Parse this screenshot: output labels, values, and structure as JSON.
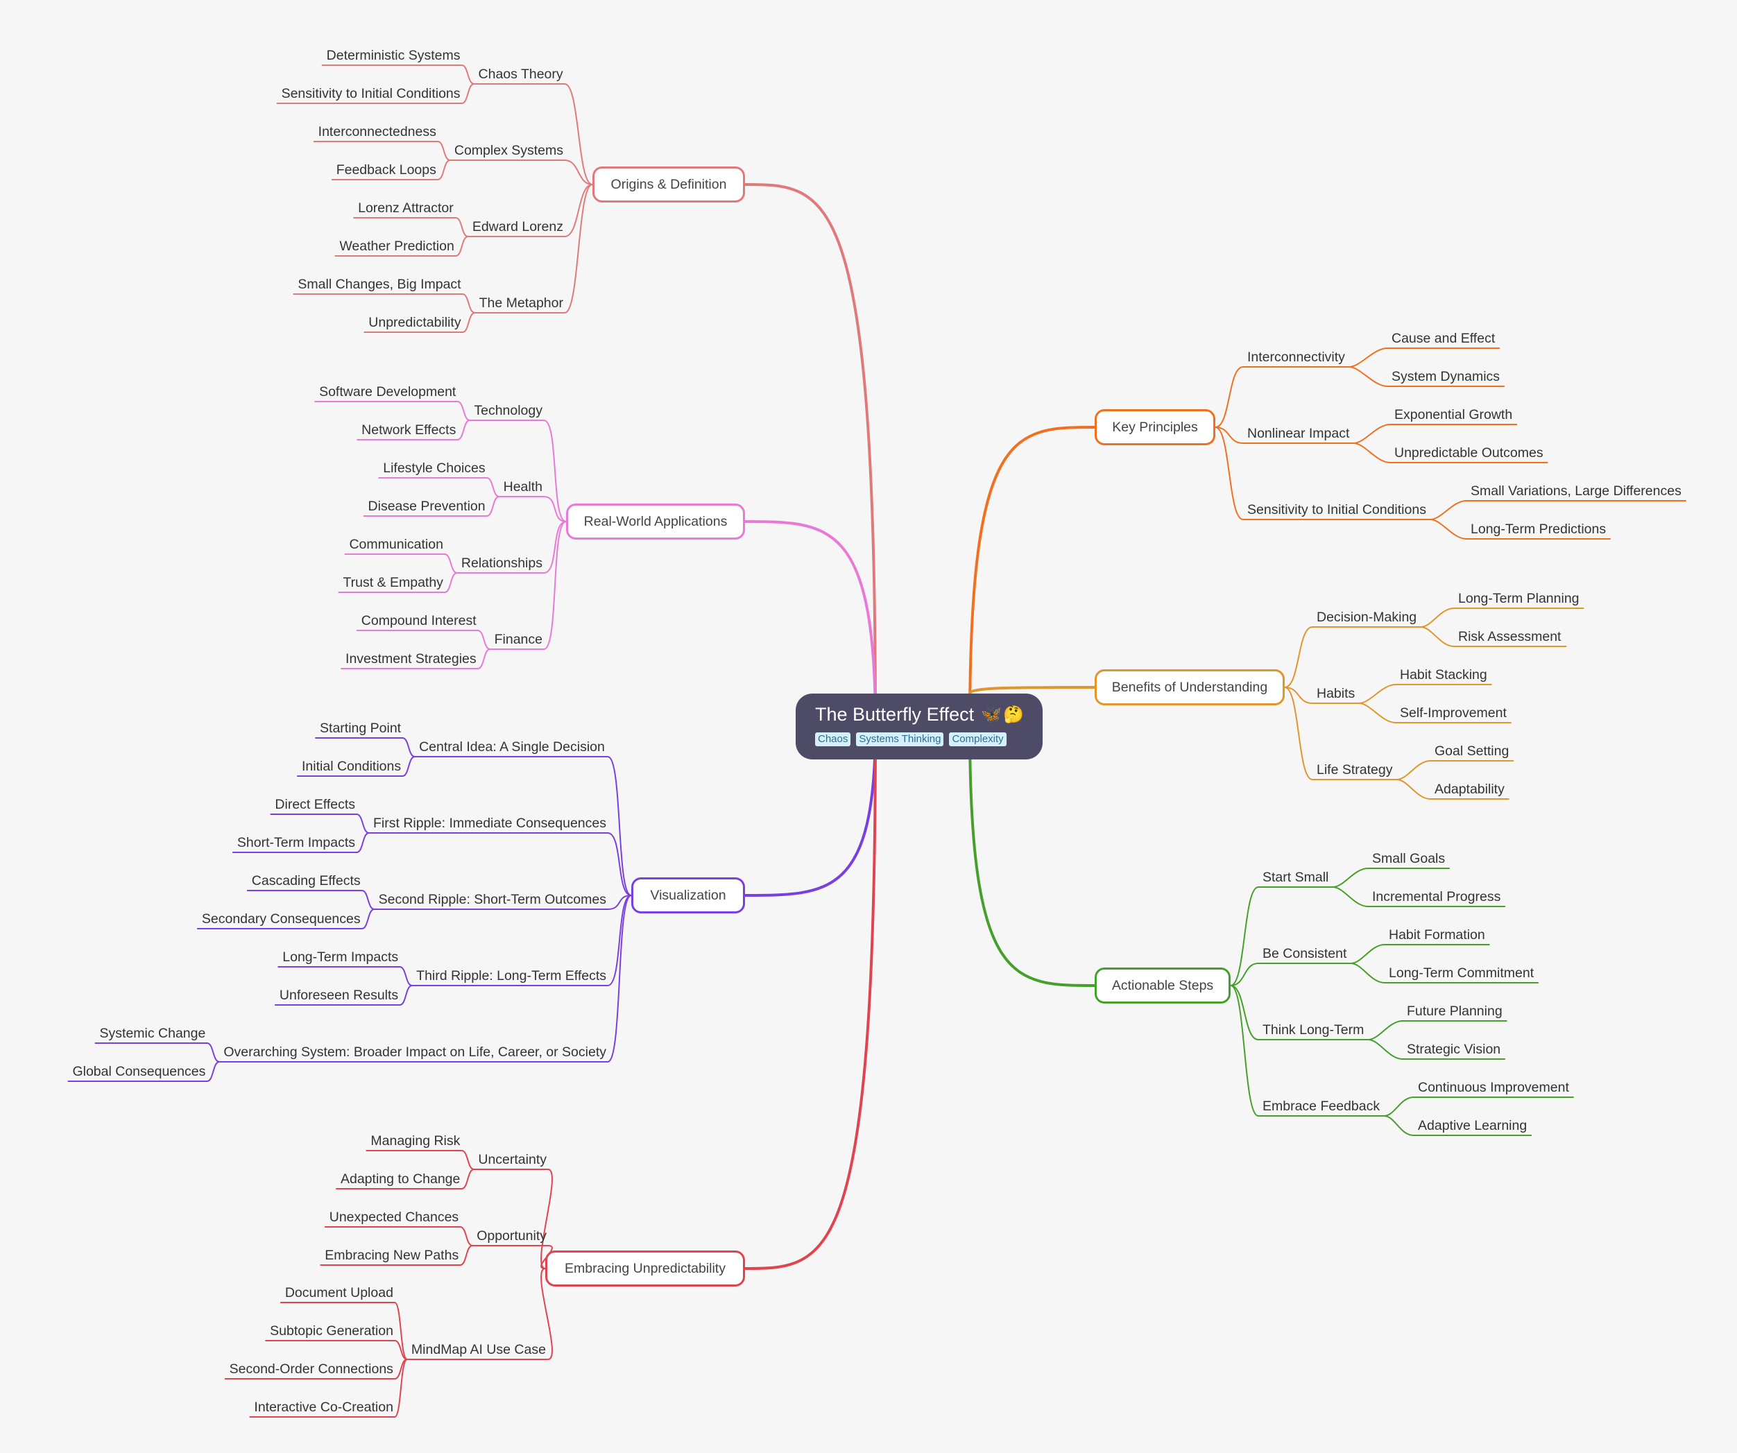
{
  "root": {
    "title": "The Butterfly Effect",
    "emoji": [
      "🦋",
      "🤔"
    ],
    "tags": [
      "Chaos",
      "Systems Thinking",
      "Complexity"
    ]
  },
  "branches": [
    {
      "id": "origins",
      "label": "Origins & Definition",
      "color": "#e07a7a",
      "side": "left",
      "children": [
        {
          "label": "Chaos Theory",
          "children": [
            "Deterministic Systems",
            "Sensitivity to Initial Conditions"
          ]
        },
        {
          "label": "Complex Systems",
          "children": [
            "Interconnectedness",
            "Feedback Loops"
          ]
        },
        {
          "label": "Edward Lorenz",
          "children": [
            "Lorenz Attractor",
            "Weather Prediction"
          ]
        },
        {
          "label": "The Metaphor",
          "children": [
            "Small Changes, Big Impact",
            "Unpredictability"
          ]
        }
      ]
    },
    {
      "id": "applications",
      "label": "Real-World Applications",
      "color": "#e87ad6",
      "side": "left",
      "children": [
        {
          "label": "Technology",
          "children": [
            "Software Development",
            "Network Effects"
          ]
        },
        {
          "label": "Health",
          "children": [
            "Lifestyle Choices",
            "Disease Prevention"
          ]
        },
        {
          "label": "Relationships",
          "children": [
            "Communication",
            "Trust & Empathy"
          ]
        },
        {
          "label": "Finance",
          "children": [
            "Compound Interest",
            "Investment Strategies"
          ]
        }
      ]
    },
    {
      "id": "visualization",
      "label": "Visualization",
      "color": "#7a3fe0",
      "side": "left",
      "children": [
        {
          "label": "Central Idea: A Single Decision",
          "children": [
            "Starting Point",
            "Initial Conditions"
          ]
        },
        {
          "label": "First Ripple: Immediate Consequences",
          "children": [
            "Direct Effects",
            "Short-Term Impacts"
          ]
        },
        {
          "label": "Second Ripple: Short-Term Outcomes",
          "children": [
            "Cascading Effects",
            "Secondary Consequences"
          ]
        },
        {
          "label": "Third Ripple: Long-Term Effects",
          "children": [
            "Long-Term Impacts",
            "Unforeseen Results"
          ]
        },
        {
          "label": "Overarching System: Broader Impact on Life, Career, or Society",
          "children": [
            "Systemic Change",
            "Global Consequences"
          ]
        }
      ]
    },
    {
      "id": "unpredictability",
      "label": "Embracing Unpredictability",
      "color": "#e0444f",
      "side": "left",
      "children": [
        {
          "label": "Uncertainty",
          "children": [
            "Managing Risk",
            "Adapting to Change"
          ]
        },
        {
          "label": "Opportunity",
          "children": [
            "Unexpected Chances",
            "Embracing New Paths"
          ]
        },
        {
          "label": "MindMap AI Use Case",
          "children": [
            "Document Upload",
            "Subtopic Generation",
            "Second-Order Connections",
            "Interactive Co-Creation"
          ]
        }
      ]
    },
    {
      "id": "principles",
      "label": "Key Principles",
      "color": "#f07020",
      "side": "right",
      "children": [
        {
          "label": "Interconnectivity",
          "children": [
            "Cause and Effect",
            "System Dynamics"
          ]
        },
        {
          "label": "Nonlinear Impact",
          "children": [
            "Exponential Growth",
            "Unpredictable Outcomes"
          ]
        },
        {
          "label": "Sensitivity to Initial Conditions",
          "children": [
            "Small Variations, Large Differences",
            "Long-Term Predictions"
          ]
        }
      ]
    },
    {
      "id": "benefits",
      "label": "Benefits of Understanding",
      "color": "#e0962a",
      "side": "right",
      "children": [
        {
          "label": "Decision-Making",
          "children": [
            "Long-Term Planning",
            "Risk Assessment"
          ]
        },
        {
          "label": "Habits",
          "children": [
            "Habit Stacking",
            "Self-Improvement"
          ]
        },
        {
          "label": "Life Strategy",
          "children": [
            "Goal Setting",
            "Adaptability"
          ]
        }
      ]
    },
    {
      "id": "steps",
      "label": "Actionable Steps",
      "color": "#44a02a",
      "side": "right",
      "children": [
        {
          "label": "Start Small",
          "children": [
            "Small Goals",
            "Incremental Progress"
          ]
        },
        {
          "label": "Be Consistent",
          "children": [
            "Habit Formation",
            "Long-Term Commitment"
          ]
        },
        {
          "label": "Think Long-Term",
          "children": [
            "Future Planning",
            "Strategic Vision"
          ]
        },
        {
          "label": "Embrace Feedback",
          "children": [
            "Continuous Improvement",
            "Adaptive Learning"
          ]
        }
      ]
    }
  ]
}
